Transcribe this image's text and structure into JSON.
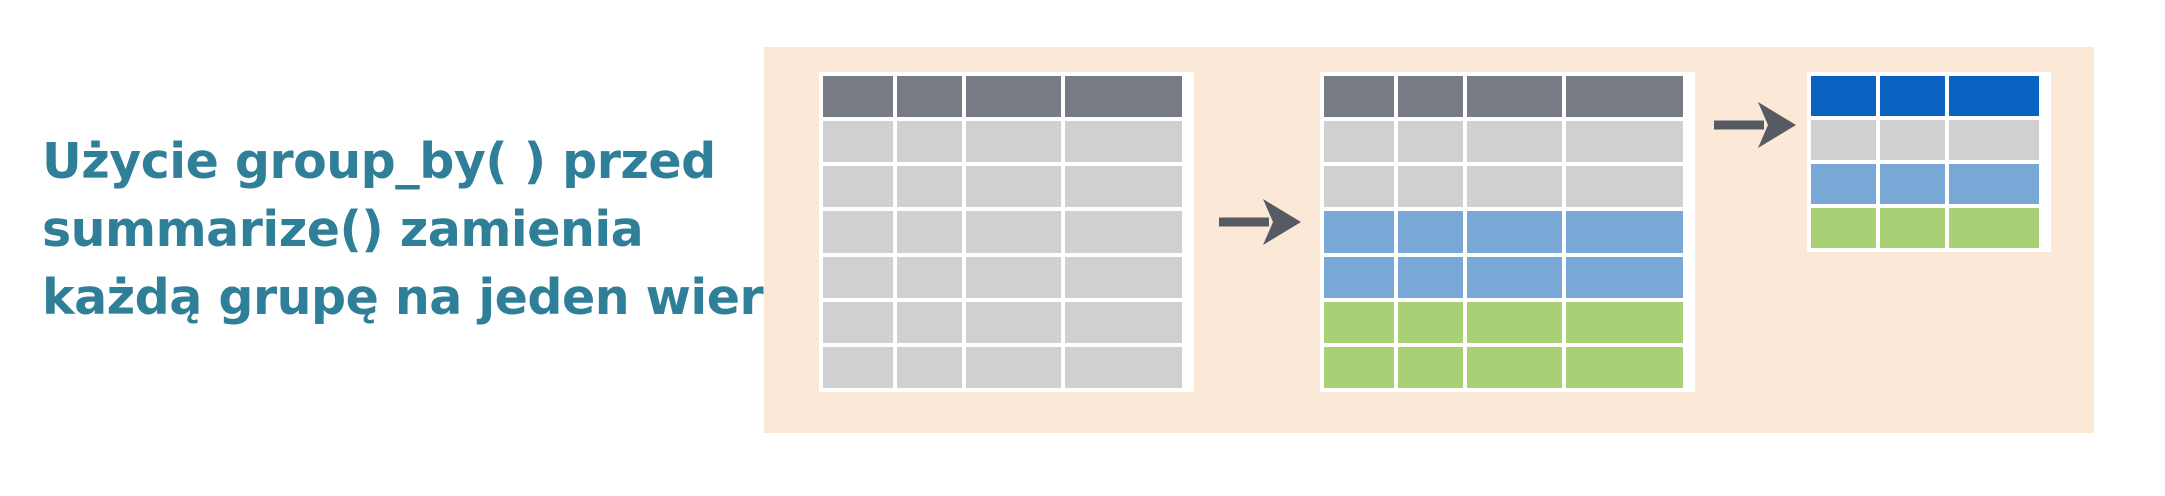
{
  "caption": {
    "lines": [
      "Użycie group_by( ) przed",
      "summarize() zamienia",
      "każdą grupę na jeden wiersz."
    ]
  },
  "colors": {
    "panel_background": "#fbe8d6",
    "caption_text": "#2f7f99",
    "grid_line": "#ffffff",
    "header": "#777b84",
    "row_default": "#d0d0d0",
    "group_blue": "#7aa8d6",
    "group_green": "#a8d077",
    "summary_header": "#0a63c0",
    "arrow": "#555a63"
  },
  "diagram": {
    "tables": [
      {
        "name": "input-table",
        "columns": 4,
        "rows": [
          "header",
          "row_default",
          "row_default",
          "row_default",
          "row_default",
          "row_default",
          "row_default"
        ]
      },
      {
        "name": "grouped-table",
        "columns": 4,
        "rows": [
          "header",
          "row_default",
          "row_default",
          "group_blue",
          "group_blue",
          "group_green",
          "group_green"
        ]
      },
      {
        "name": "summary-table",
        "columns": 3,
        "rows": [
          "summary_header",
          "row_default",
          "group_blue",
          "group_green"
        ]
      }
    ],
    "arrows": [
      {
        "name": "group-by-arrow-icon"
      },
      {
        "name": "summarize-arrow-icon"
      }
    ]
  }
}
